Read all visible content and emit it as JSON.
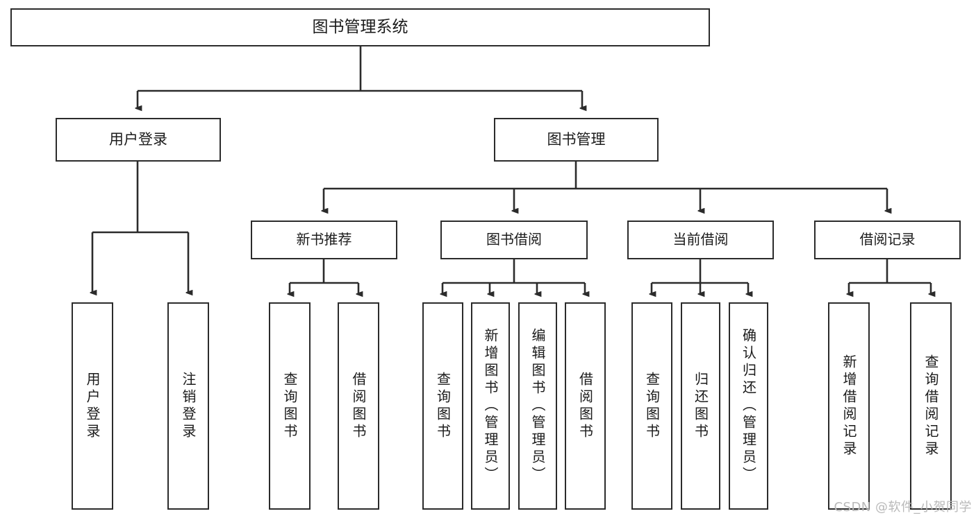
{
  "diagram": {
    "type": "tree-hierarchy",
    "title": "图书管理系统",
    "watermark": "CSDN @软件_小贺同学",
    "colors": {
      "stroke": "#2b2b2b",
      "fill": "#ffffff",
      "text": "#1b1b1b",
      "watermark": "#b9b9b9"
    }
  },
  "nodes": {
    "root": {
      "label": "图书管理系统",
      "level": 1
    },
    "level2": [
      {
        "id": "user-login",
        "label": "用户登录"
      },
      {
        "id": "book-management",
        "label": "图书管理"
      }
    ],
    "level3": [
      {
        "id": "new-book-recommend",
        "label": "新书推荐",
        "parent": "book-management"
      },
      {
        "id": "book-borrow",
        "label": "图书借阅",
        "parent": "book-management"
      },
      {
        "id": "current-borrow",
        "label": "当前借阅",
        "parent": "book-management"
      },
      {
        "id": "borrow-record",
        "label": "借阅记录",
        "parent": "book-management"
      }
    ],
    "leaves": [
      {
        "id": "leaf-user-login",
        "label": "用户登录",
        "parent": "user-login"
      },
      {
        "id": "leaf-logout",
        "label": "注销登录",
        "parent": "user-login"
      },
      {
        "id": "leaf-query-book-1",
        "label": "查询图书",
        "parent": "new-book-recommend"
      },
      {
        "id": "leaf-borrow-book-1",
        "label": "借阅图书",
        "parent": "new-book-recommend"
      },
      {
        "id": "leaf-query-book-2",
        "label": "查询图书",
        "parent": "book-borrow"
      },
      {
        "id": "leaf-add-book",
        "label": "新增图书（管理员）",
        "parent": "book-borrow"
      },
      {
        "id": "leaf-edit-book",
        "label": "编辑图书（管理员）",
        "parent": "book-borrow"
      },
      {
        "id": "leaf-borrow-book-2",
        "label": "借阅图书",
        "parent": "book-borrow"
      },
      {
        "id": "leaf-query-book-3",
        "label": "查询图书",
        "parent": "current-borrow"
      },
      {
        "id": "leaf-return-book",
        "label": "归还图书",
        "parent": "current-borrow"
      },
      {
        "id": "leaf-confirm-return",
        "label": "确认归还（管理员）",
        "parent": "current-borrow"
      },
      {
        "id": "leaf-add-record",
        "label": "新增借阅记录",
        "parent": "borrow-record"
      },
      {
        "id": "leaf-query-record",
        "label": "查询借阅记录",
        "parent": "borrow-record"
      }
    ]
  }
}
